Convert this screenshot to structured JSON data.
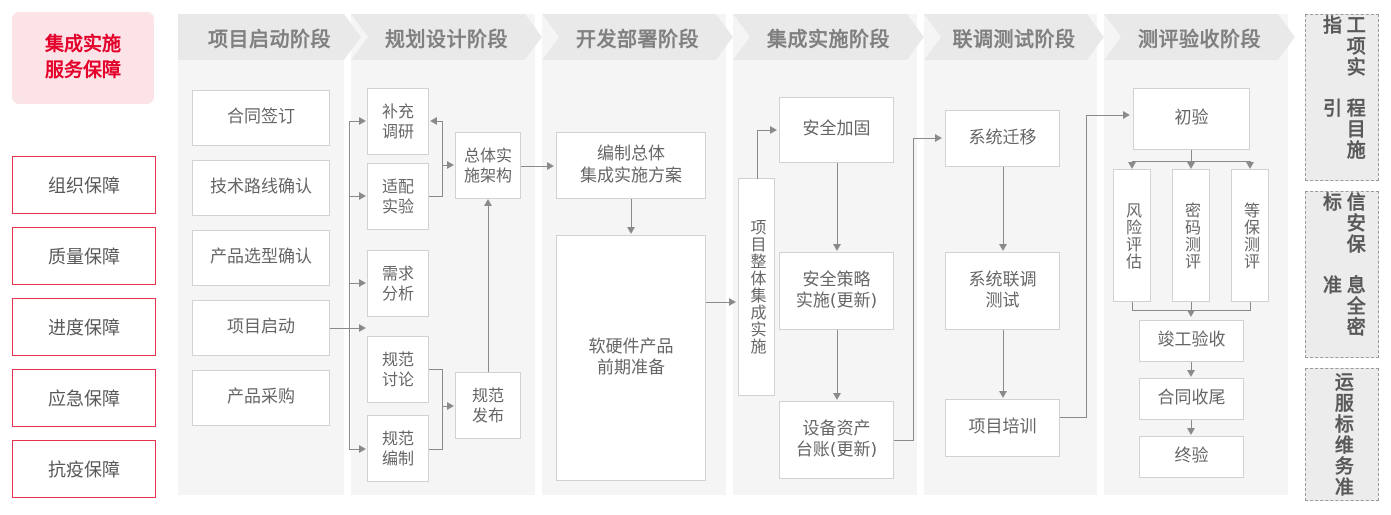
{
  "sidebar": {
    "header": "集成实施\n服务保障",
    "items": [
      {
        "label": "组织保障"
      },
      {
        "label": "质量保障"
      },
      {
        "label": "进度保障"
      },
      {
        "label": "应急保障"
      },
      {
        "label": "抗疫保障"
      }
    ]
  },
  "phases": [
    {
      "title": "项目启动阶段",
      "nodes": [
        {
          "label": "合同签订"
        },
        {
          "label": "技术路线确认"
        },
        {
          "label": "产品选型确认"
        },
        {
          "label": "项目启动"
        },
        {
          "label": "产品采购"
        }
      ]
    },
    {
      "title": "规划设计阶段",
      "nodes": [
        {
          "label": "补充\n调研"
        },
        {
          "label": "适配\n实验"
        },
        {
          "label": "需求\n分析"
        },
        {
          "label": "规范\n讨论"
        },
        {
          "label": "规范\n编制"
        },
        {
          "label": "总体实\n施架构"
        },
        {
          "label": "规范\n发布"
        }
      ]
    },
    {
      "title": "开发部署阶段",
      "nodes": [
        {
          "label": "编制总体\n集成实施方案"
        },
        {
          "label": "软硬件产品\n前期准备"
        }
      ]
    },
    {
      "title": "集成实施阶段",
      "nodes": [
        {
          "label": "项目整体集成实施"
        },
        {
          "label": "安全加固"
        },
        {
          "label": "安全策略\n实施(更新)"
        },
        {
          "label": "设备资产\n台账(更新)"
        }
      ]
    },
    {
      "title": "联调测试阶段",
      "nodes": [
        {
          "label": "系统迁移"
        },
        {
          "label": "系统联调\n测试"
        },
        {
          "label": "项目培训"
        }
      ]
    },
    {
      "title": "测评验收阶段",
      "nodes": [
        {
          "label": "初验"
        },
        {
          "label": "风险评估"
        },
        {
          "label": "密码测评"
        },
        {
          "label": "等保测评"
        },
        {
          "label": "竣工验收"
        },
        {
          "label": "合同收尾"
        },
        {
          "label": "终验"
        }
      ]
    }
  ],
  "standards": [
    {
      "col_right": "工项实指",
      "col_left": "程目施引",
      "full": "工程项目实施指引"
    },
    {
      "col_right": "信安保标",
      "col_left": "息全密准",
      "full": "信息安全保密标准"
    },
    {
      "col_right": "运服标",
      "col_left": "维务准",
      "full": "运维服务标准"
    }
  ],
  "colors": {
    "accent_red": "#e3002b",
    "accent_red_border": "#e2334f",
    "pink_fill": "#fbe3e7",
    "header_gray": "#e9e9e9",
    "column_gray": "#f5f5f5",
    "node_border": "#d2d2d2",
    "text_gray": "#666666",
    "line_gray": "#8a8a8a"
  }
}
